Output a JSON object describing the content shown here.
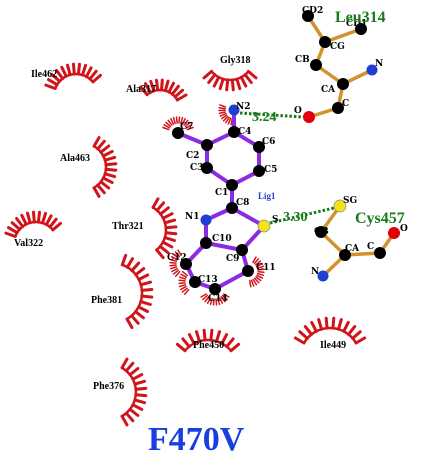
{
  "title": "F470V",
  "ligand_label": "Lig1",
  "colors": {
    "ligand_bond": "#8b2be2",
    "residue_bond": "#d2922e",
    "hbond": "#1a7a1a",
    "carbon": "#000000",
    "nitrogen": "#1f3fd1",
    "oxygen": "#e0000a",
    "sulfur": "#f1e51a",
    "hydrophobic_arc": "#d0141a",
    "title": "#1a3fe0",
    "residue_name": "#1a7a1a"
  },
  "hbonds": [
    {
      "id": "hb1",
      "label": "3.24"
    },
    {
      "id": "hb2",
      "label": "3.30"
    }
  ],
  "bonded_residues": [
    {
      "id": "leu314",
      "name": "Leu314"
    },
    {
      "id": "cys457",
      "name": "Cys457"
    }
  ],
  "hydrophobic_residues": [
    {
      "id": "ile462",
      "name": "Ile462"
    },
    {
      "id": "gly318",
      "name": "Gly318"
    },
    {
      "id": "ala317",
      "name": "Ala317"
    },
    {
      "id": "ala463",
      "name": "Ala463"
    },
    {
      "id": "thr321",
      "name": "Thr321"
    },
    {
      "id": "val322",
      "name": "Val322"
    },
    {
      "id": "phe381",
      "name": "Phe381"
    },
    {
      "id": "phe450",
      "name": "Phe450"
    },
    {
      "id": "ile449",
      "name": "Ile449"
    },
    {
      "id": "phe376",
      "name": "Phe376"
    }
  ],
  "atoms": {
    "C7": "C7",
    "C4": "C4",
    "C6": "C6",
    "C2": "C2",
    "C3": "C3",
    "C5": "C5",
    "C1": "C1",
    "C8": "C8",
    "N1": "N1",
    "S": "S",
    "C10": "C10",
    "C9": "C9",
    "C12": "C12",
    "C11": "C11",
    "C13": "C13",
    "C14": "C14",
    "N2": "N2",
    "O_leu": "O",
    "C_leu": "C",
    "CA_leu": "CA",
    "N_leu": "N",
    "CB_leu": "CB",
    "CG_leu": "CG",
    "CD1_leu": "CD1",
    "CD2_leu": "CD2",
    "SG_cys": "SG",
    "CB_cys": "CB",
    "CA_cys": "CA",
    "C_cys": "C",
    "O_cys": "O",
    "N_cys": "N"
  }
}
